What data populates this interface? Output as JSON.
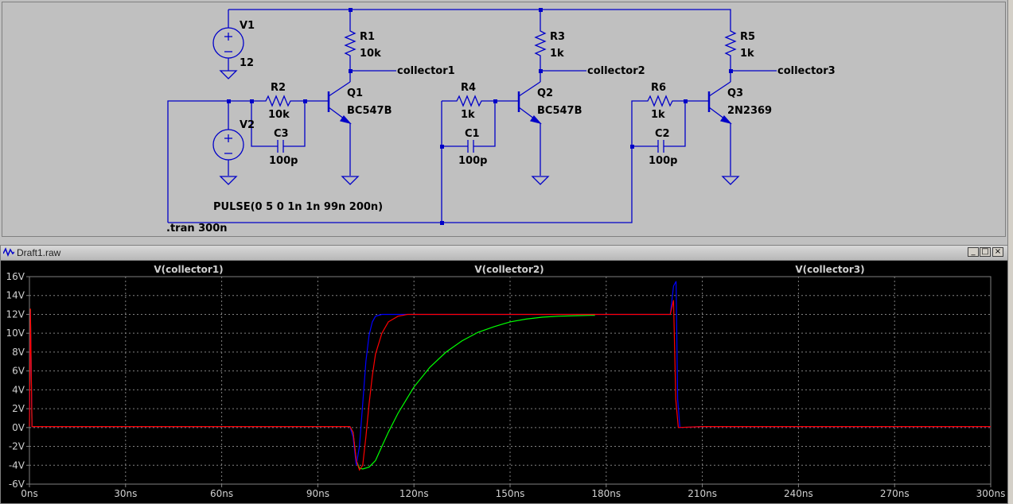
{
  "schematic": {
    "components": {
      "v1": {
        "name": "V1",
        "value": "12"
      },
      "v2": {
        "name": "V2",
        "value": "PULSE(0 5 0 1n 1n 99n 200n)"
      },
      "r1": {
        "name": "R1",
        "value": "10k"
      },
      "r2": {
        "name": "R2",
        "value": "10k"
      },
      "r3": {
        "name": "R3",
        "value": "1k"
      },
      "r4": {
        "name": "R4",
        "value": "1k"
      },
      "r5": {
        "name": "R5",
        "value": "1k"
      },
      "r6": {
        "name": "R6",
        "value": "1k"
      },
      "c1": {
        "name": "C1",
        "value": "100p"
      },
      "c2": {
        "name": "C2",
        "value": "100p"
      },
      "c3": {
        "name": "C3",
        "value": "100p"
      },
      "q1": {
        "name": "Q1",
        "model": "BC547B"
      },
      "q2": {
        "name": "Q2",
        "model": "BC547B"
      },
      "q3": {
        "name": "Q3",
        "model": "2N2369"
      }
    },
    "nets": {
      "collector1": "collector1",
      "collector2": "collector2",
      "collector3": "collector3"
    },
    "directive": ".tran 300n"
  },
  "plot_window": {
    "title": "Draft1.raw",
    "buttons": {
      "minimize": "_",
      "maximize": "□",
      "close": "×"
    }
  },
  "colors": {
    "schematic_wire": "#0000c8",
    "node_dot": "#0000c8",
    "plot_background": "#000000",
    "grid": "#808080",
    "collector1": "#00ff00",
    "collector2": "#0000ff",
    "collector3": "#ff0000"
  },
  "chart_data": {
    "type": "line",
    "xlim": [
      0,
      300
    ],
    "ylim": [
      -6,
      16
    ],
    "x_ticks": [
      "0ns",
      "30ns",
      "60ns",
      "90ns",
      "120ns",
      "150ns",
      "180ns",
      "210ns",
      "240ns",
      "270ns",
      "300ns"
    ],
    "y_ticks": [
      "16V",
      "14V",
      "12V",
      "10V",
      "8V",
      "6V",
      "4V",
      "2V",
      "0V",
      "-2V",
      "-4V",
      "-6V"
    ],
    "x_tick_values": [
      0,
      30,
      60,
      90,
      120,
      150,
      180,
      210,
      240,
      270,
      300
    ],
    "y_tick_values": [
      16,
      14,
      12,
      10,
      8,
      6,
      4,
      2,
      0,
      -2,
      -4,
      -6
    ],
    "grid": true,
    "series": [
      {
        "name": "V(collector1)",
        "color": "#00ff00",
        "points": [
          [
            0,
            0.1
          ],
          [
            0.3,
            12.5
          ],
          [
            0.8,
            0.1
          ],
          [
            100,
            0.1
          ],
          [
            101,
            -0.5
          ],
          [
            102,
            -3.5
          ],
          [
            103,
            -4.3
          ],
          [
            104,
            -4.4
          ],
          [
            106,
            -4.2
          ],
          [
            108,
            -3.5
          ],
          [
            110,
            -2.0
          ],
          [
            112,
            -0.5
          ],
          [
            115,
            1.5
          ],
          [
            120,
            4.3
          ],
          [
            125,
            6.4
          ],
          [
            130,
            8.0
          ],
          [
            135,
            9.2
          ],
          [
            140,
            10.1
          ],
          [
            145,
            10.7
          ],
          [
            150,
            11.2
          ],
          [
            155,
            11.5
          ],
          [
            160,
            11.7
          ],
          [
            165,
            11.8
          ],
          [
            175,
            11.9
          ],
          [
            176.5,
            11.9
          ]
        ]
      },
      {
        "name": "V(collector2)",
        "color": "#0000ff",
        "points": [
          [
            0,
            0.1
          ],
          [
            0.3,
            12.3
          ],
          [
            0.8,
            0.1
          ],
          [
            100,
            0.1
          ],
          [
            101,
            -1.0
          ],
          [
            102,
            -4.0
          ],
          [
            103,
            -2.0
          ],
          [
            104,
            2.5
          ],
          [
            105,
            7.0
          ],
          [
            106,
            9.8
          ],
          [
            107,
            11.2
          ],
          [
            108,
            11.8
          ],
          [
            110,
            12.0
          ],
          [
            200,
            12.0
          ],
          [
            201,
            15.0
          ],
          [
            201.8,
            15.5
          ],
          [
            202.3,
            3.0
          ],
          [
            203,
            0.0
          ],
          [
            210,
            0.1
          ],
          [
            300,
            0.1
          ]
        ]
      },
      {
        "name": "V(collector3)",
        "color": "#ff0000",
        "points": [
          [
            0,
            0.1
          ],
          [
            0.3,
            12.6
          ],
          [
            0.8,
            0.1
          ],
          [
            100,
            0.1
          ],
          [
            101,
            -0.5
          ],
          [
            102,
            -3.5
          ],
          [
            103,
            -4.5
          ],
          [
            104,
            -4.0
          ],
          [
            105,
            -1.0
          ],
          [
            106,
            2.5
          ],
          [
            107,
            5.5
          ],
          [
            108,
            7.8
          ],
          [
            110,
            10.0
          ],
          [
            112,
            11.2
          ],
          [
            115,
            11.8
          ],
          [
            118,
            12.0
          ],
          [
            200,
            12.0
          ],
          [
            201,
            13.5
          ],
          [
            201.7,
            3.0
          ],
          [
            202.5,
            0.0
          ],
          [
            210,
            0.1
          ],
          [
            300,
            0.1
          ]
        ]
      }
    ]
  }
}
